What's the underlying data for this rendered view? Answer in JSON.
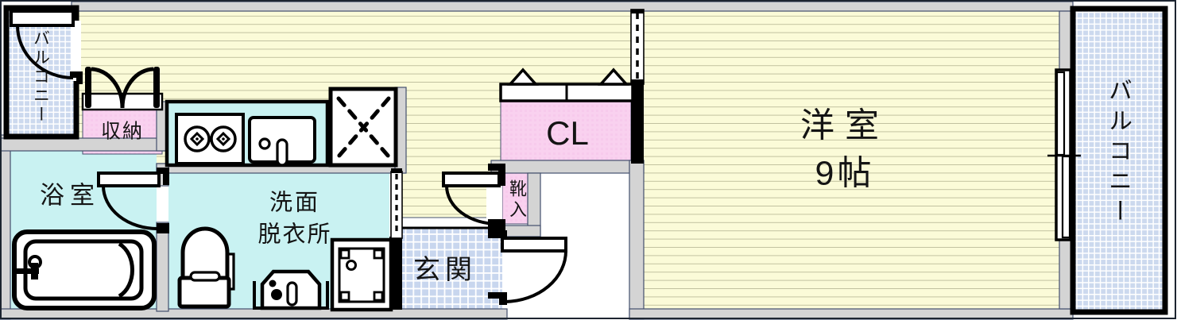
{
  "plan": {
    "type": "apartment-floor-plan",
    "rooms": {
      "balcony_left": {
        "label": "バルコニー"
      },
      "storage": {
        "label": "収納"
      },
      "bathroom": {
        "label": "浴室"
      },
      "washroom": {
        "label_line1": "洗面",
        "label_line2": "脱衣所"
      },
      "entrance": {
        "label": "玄関"
      },
      "shoe_cabinet": {
        "label": "靴入"
      },
      "closet": {
        "label": "CL"
      },
      "western_room": {
        "label_line1": "洋室",
        "label_line2": "9帖"
      },
      "balcony_right": {
        "label": "バルコニー"
      }
    },
    "fixture_icons": [
      "bathtub-icon",
      "toilet-icon",
      "vanity-basin-icon",
      "washing-machine-icon",
      "gas-stove-icon",
      "kitchen-sink-icon",
      "refrigerator-space-icon",
      "door-swing-icon",
      "double-door-icon",
      "folding-closet-door-icon",
      "sliding-window-icon",
      "open-partition-dashed-icon"
    ],
    "colors": {
      "flooring": "#FBFBD8",
      "flooring_line": "#C2C2A0",
      "wet_area_cyan": "#C9F2F2",
      "closet_pink": "#F9D1EF",
      "tile_blue": "#CCD9EE",
      "wall_gray": "#D4D4D4",
      "wall_outline": "#44506E",
      "line_black": "#000000"
    }
  }
}
